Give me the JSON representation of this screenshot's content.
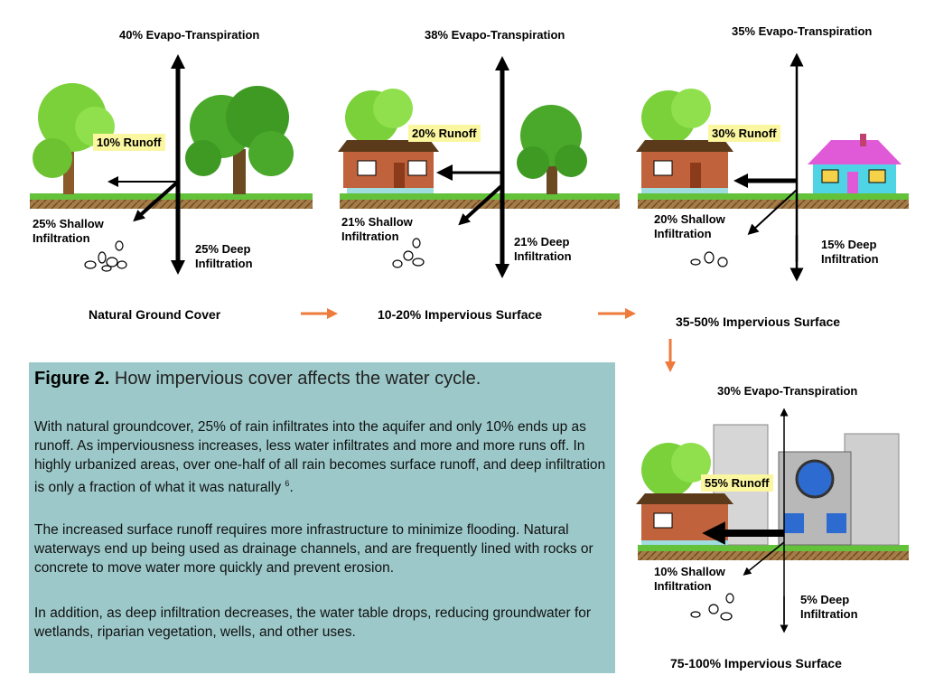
{
  "colors": {
    "caption_bg": "#9cc8c9",
    "runoff_label_bg": "#fbf6a0",
    "flow_arrow": "#ee7a3c",
    "tree_green": "#7ad13a",
    "ground": "#8b6b3a",
    "grass": "#63c23a"
  },
  "panels": [
    {
      "title": "Natural Ground Cover",
      "evapo": "40% Evapo-Transpiration",
      "runoff": "10% Runoff",
      "shallow_line1": "25% Shallow",
      "shallow_line2": "Infiltration",
      "deep_line1": "25% Deep",
      "deep_line2": "Infiltration"
    },
    {
      "title": "10-20% Impervious Surface",
      "evapo": "38% Evapo-Transpiration",
      "runoff": "20% Runoff",
      "shallow_line1": "21% Shallow",
      "shallow_line2": "Infiltration",
      "deep_line1": "21% Deep",
      "deep_line2": "Infiltration"
    },
    {
      "title": "35-50% Impervious Surface",
      "evapo": "35% Evapo-Transpiration",
      "runoff": "30% Runoff",
      "shallow_line1": "20% Shallow",
      "shallow_line2": "Infiltration",
      "deep_line1": "15% Deep",
      "deep_line2": "Infiltration"
    },
    {
      "title": "75-100% Impervious Surface",
      "evapo": "30% Evapo-Transpiration",
      "runoff": "55% Runoff",
      "shallow_line1": "10% Shallow",
      "shallow_line2": "Infiltration",
      "deep_line1": "5% Deep",
      "deep_line2": "Infiltration"
    }
  ],
  "caption": {
    "figure_label": "Figure 2.",
    "figure_title": "How impervious cover affects the water cycle.",
    "paragraph1": "With natural groundcover, 25% of rain infiltrates into the aquifer and only 10% ends up as runoff. As imperviousness increases, less water infiltrates and more and more runs off. In highly urbanized areas, over one-half of all rain becomes surface runoff, and deep infiltration is only a fraction of what it was naturally",
    "paragraph1_superscript": "6",
    "paragraph1_end": ".",
    "paragraph2": "The increased surface runoff requires more infrastructure to minimize flooding. Natural waterways end up being used as drainage channels, and are frequently lined with rocks or concrete to move water more quickly and prevent erosion.",
    "paragraph3": "In addition, as deep infiltration decreases, the water table drops, reducing groundwater for wetlands, riparian vegetation, wells, and other uses."
  }
}
